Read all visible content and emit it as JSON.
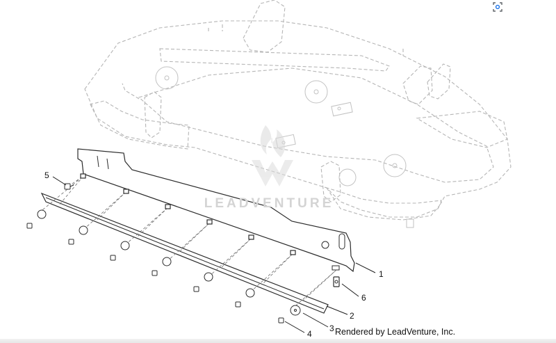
{
  "watermark": {
    "text": "LEADVENTURE"
  },
  "credit": "Rendered by LeadVenture, Inc.",
  "callouts": [
    {
      "id": "1",
      "label": "1"
    },
    {
      "id": "2",
      "label": "2"
    },
    {
      "id": "3",
      "label": "3"
    },
    {
      "id": "4",
      "label": "4"
    },
    {
      "id": "5",
      "label": "5"
    },
    {
      "id": "6",
      "label": "6"
    }
  ],
  "icons": {
    "lens": "visual-search-icon",
    "logo": "leadventure-flame-logo"
  },
  "colors": {
    "line": "#2b2b2b",
    "ghost": "#b5b5b5",
    "watermark": "#d4d4d4",
    "lens_accent": "#1a73e8"
  }
}
